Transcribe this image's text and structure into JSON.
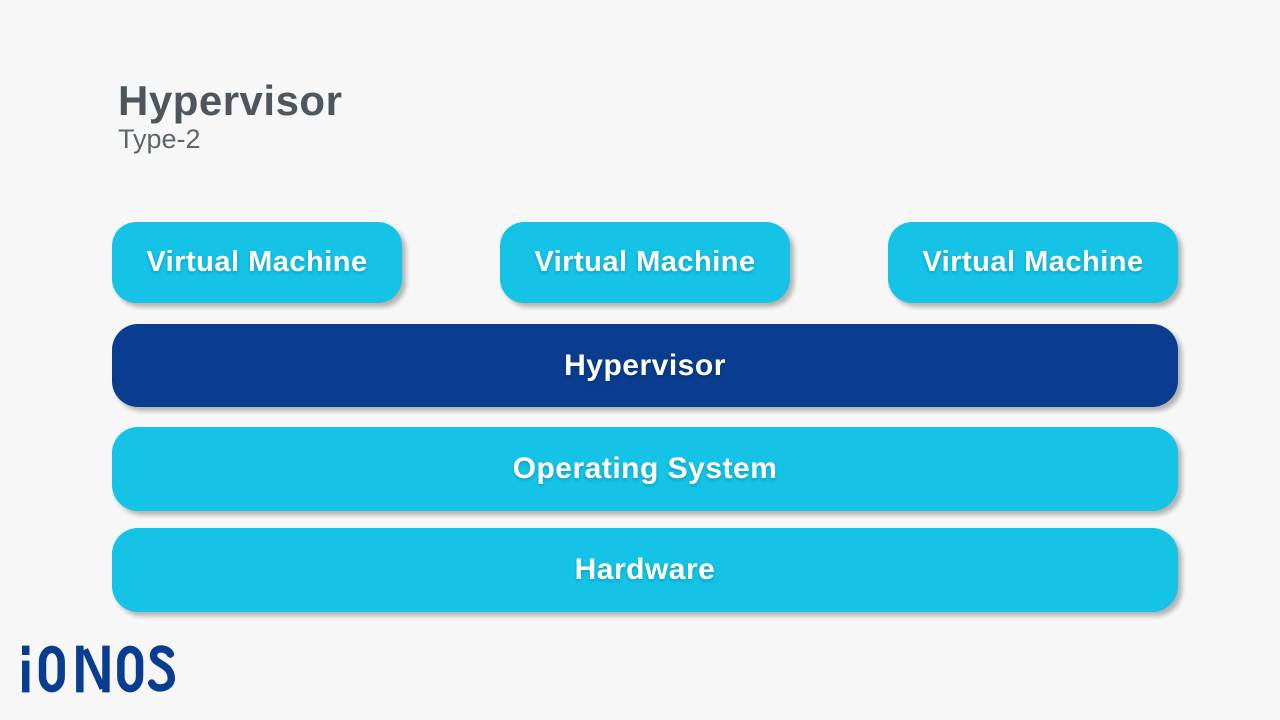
{
  "page": {
    "title": "Hypervisor",
    "subtitle": "Type-2"
  },
  "diagram": {
    "vm_boxes": [
      {
        "label": "Virtual Machine"
      },
      {
        "label": "Virtual Machine"
      },
      {
        "label": "Virtual Machine"
      }
    ],
    "layers": [
      {
        "id": "hypervisor",
        "label": "Hypervisor"
      },
      {
        "id": "operating-system",
        "label": "Operating System"
      },
      {
        "id": "hardware",
        "label": "Hardware"
      }
    ]
  },
  "branding": {
    "logo_text": "IONOS"
  },
  "colors": {
    "cyan": "#14c3e6",
    "dark_blue": "#0a3d8f",
    "background": "#f7f7f7",
    "title_text": "#4d565c",
    "subtitle_text": "#5d6669",
    "box_text": "#ffffff"
  }
}
